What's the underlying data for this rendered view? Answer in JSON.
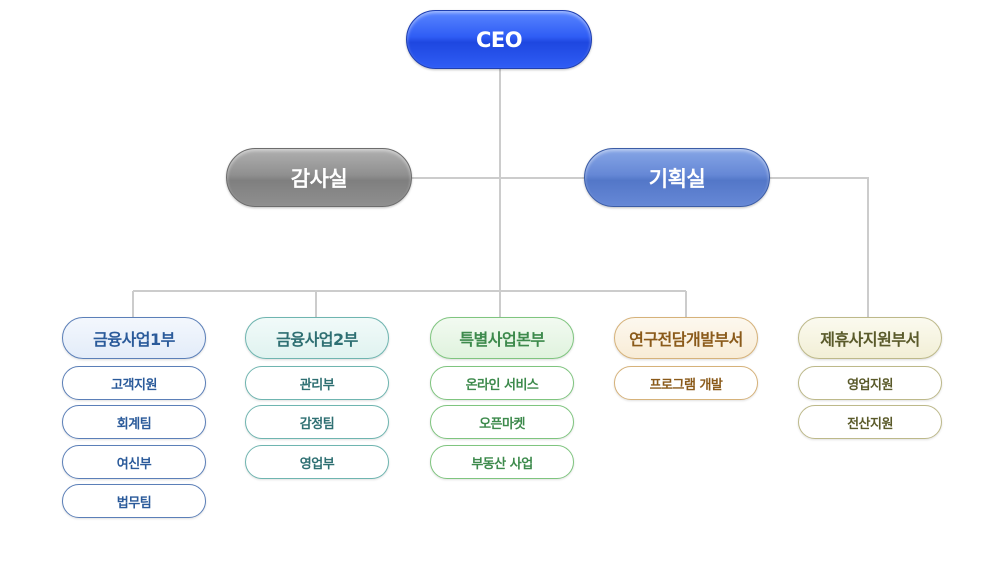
{
  "ceo": {
    "label": "CEO"
  },
  "staff": {
    "audit": "감사실",
    "planning": "기획실"
  },
  "departments": [
    {
      "name": "금융사업1부",
      "teams": [
        "고객지원",
        "회계팀",
        "여신부",
        "법무팀"
      ]
    },
    {
      "name": "금융사업2부",
      "teams": [
        "관리부",
        "감정팀",
        "영업부"
      ]
    },
    {
      "name": "특별사업본부",
      "teams": [
        "온라인 서비스",
        "오픈마켓",
        "부동산 사업"
      ]
    },
    {
      "name": "연구전담개발부서",
      "teams": [
        "프로그램 개발"
      ]
    },
    {
      "name": "제휴사지원부서",
      "teams": [
        "영업지원",
        "전산지원"
      ]
    }
  ],
  "colors": {
    "connector": "#cccccc",
    "dept1": {
      "text": "#2a5a9a",
      "fill": "#eaf1fb",
      "border": "#5b7fb8"
    },
    "dept2": {
      "text": "#2e6f72",
      "fill": "#e6f5f3",
      "border": "#6fb5b0"
    },
    "dept3": {
      "text": "#3d8a4c",
      "fill": "#e8f6e6",
      "border": "#7fc57f"
    },
    "dept4": {
      "text": "#8a5a1a",
      "fill": "#fbf2e3",
      "border": "#d6b27a"
    },
    "dept5": {
      "text": "#5a5a2a",
      "fill": "#f7f5e1",
      "border": "#bdb98a"
    }
  }
}
